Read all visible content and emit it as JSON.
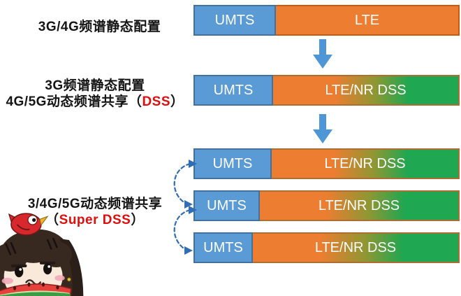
{
  "title": "Super DSS spectrum evolution diagram",
  "labels": {
    "row1": {
      "line1": "3G/4G频谱静态配置"
    },
    "row2": {
      "line1": "3G频谱静态配置",
      "line2_pre": "4G/5G动态频谱共享（",
      "line2_red": "DSS",
      "line2_post": "）"
    },
    "row3": {
      "line1": "3/4G/5G动态频谱共享",
      "line2_pre": "（",
      "line2_red": "Super DSS",
      "line2_post": "）"
    }
  },
  "bars": [
    {
      "left": "UMTS",
      "right": "LTE"
    },
    {
      "left": "UMTS",
      "right": "LTE/NR DSS"
    },
    {
      "left": "UMTS",
      "right": "LTE/NR DSS"
    },
    {
      "left": "UMTS",
      "right": "LTE/NR DSS"
    },
    {
      "left": "UMTS",
      "right": "LTE/NR DSS"
    }
  ],
  "icons": {
    "flow_arrow": "down-block-arrow",
    "swap_arrows": "dashed-curved-swap-arrows",
    "mascot": "girl-with-red-bird-eating-watermelon"
  },
  "colors": {
    "umts_blue": "#5B9BD5",
    "umts_border": "#41719C",
    "lte_orange": "#ED7D31",
    "lte_border": "#C55A11",
    "nr_green": "#1FA751",
    "arrow_blue": "#4E96D6",
    "dashed_arrow_blue": "#2F6DB5",
    "highlight_red": "#E00D0D"
  }
}
